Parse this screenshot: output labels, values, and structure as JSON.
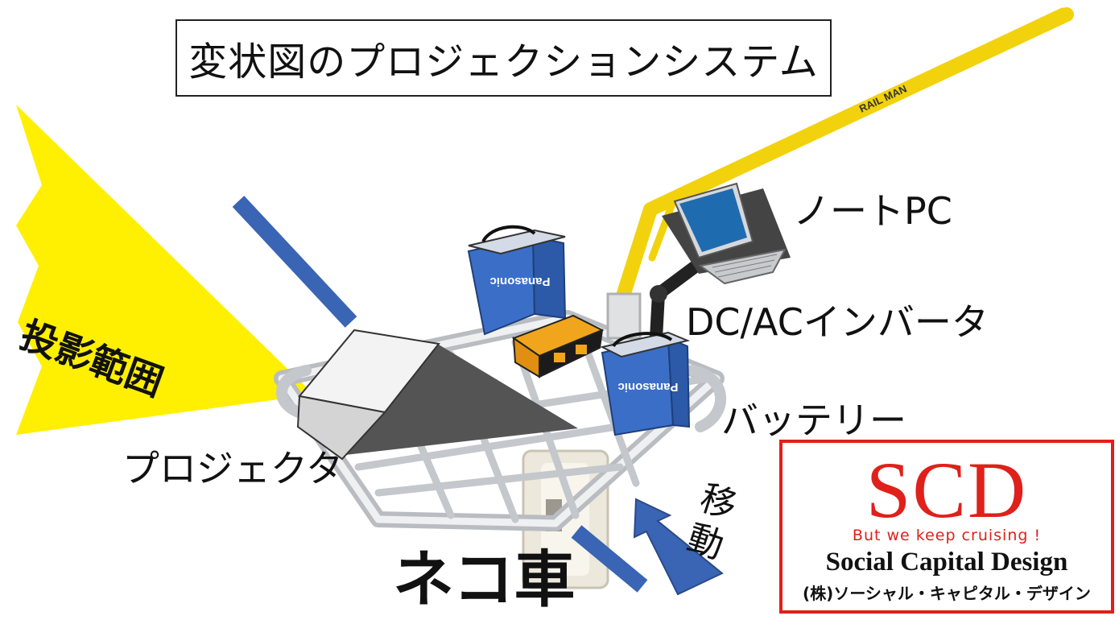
{
  "title": "変状図のプロジェクションシステム",
  "labels": {
    "laptop": "ノートPC",
    "inverter": "DC/ACインバータ",
    "battery": "バッテリー",
    "projector": "プロジェクタ",
    "projection_range": "投影範囲",
    "movement": "移動",
    "cart": "ネコ車"
  },
  "branding": {
    "battery_brand": "Panasonic",
    "pole_text": "RAIL MAN"
  },
  "logo": {
    "mark": "SCD",
    "tagline": "But we keep cruising !",
    "name": "Social Capital Design",
    "japanese": "(株)ソーシャル・キャピタル・デザイン"
  },
  "colors": {
    "projection": "#ffef00",
    "rail": "#3a64b4",
    "battery": "#3b6fc7",
    "pole": "#f2d20c",
    "logo": "#e0201a"
  }
}
